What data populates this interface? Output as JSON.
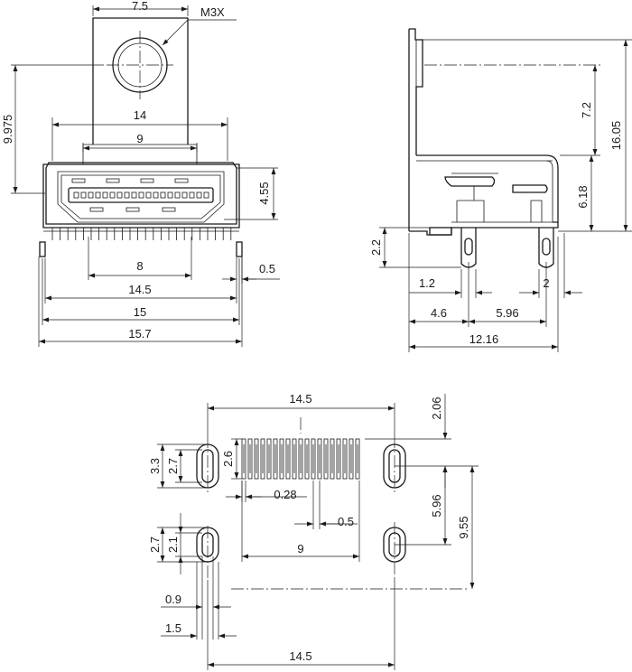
{
  "front_view": {
    "dims": {
      "top_width": "7.5",
      "thread": "M3X",
      "height_left": "9.975",
      "outer_upper": "14",
      "inner_upper": "9",
      "height_right": "4.55",
      "bottom_inner": "8",
      "right_small": "0.5",
      "bottom_1": "14.5",
      "bottom_2": "15",
      "bottom_3": "15.7"
    }
  },
  "side_view": {
    "dims": {
      "upper_right": "7.2",
      "total_right": "16.05",
      "lower_right": "6.18",
      "left_small": "2.2",
      "pin_a": "1.2",
      "pin_b": "2",
      "offset_a": "4.6",
      "offset_b": "5.96",
      "total_bottom": "12.16"
    }
  },
  "footprint": {
    "dims": {
      "top_width": "14.5",
      "top_right": "2.06",
      "left_slot_outer": "3.3",
      "left_slot_inner": "2.7",
      "pad_length": "2.6",
      "pad_pitch_w": "0.28",
      "pad_pitch": "0.5",
      "row_span": "9",
      "right_mid": "5.96",
      "right_total": "9.55",
      "lower_slot_outer": "2.7",
      "lower_slot_inner": "2.1",
      "slot_w_a": "0.9",
      "slot_w_b": "1.5",
      "bottom_width": "14.5"
    }
  }
}
